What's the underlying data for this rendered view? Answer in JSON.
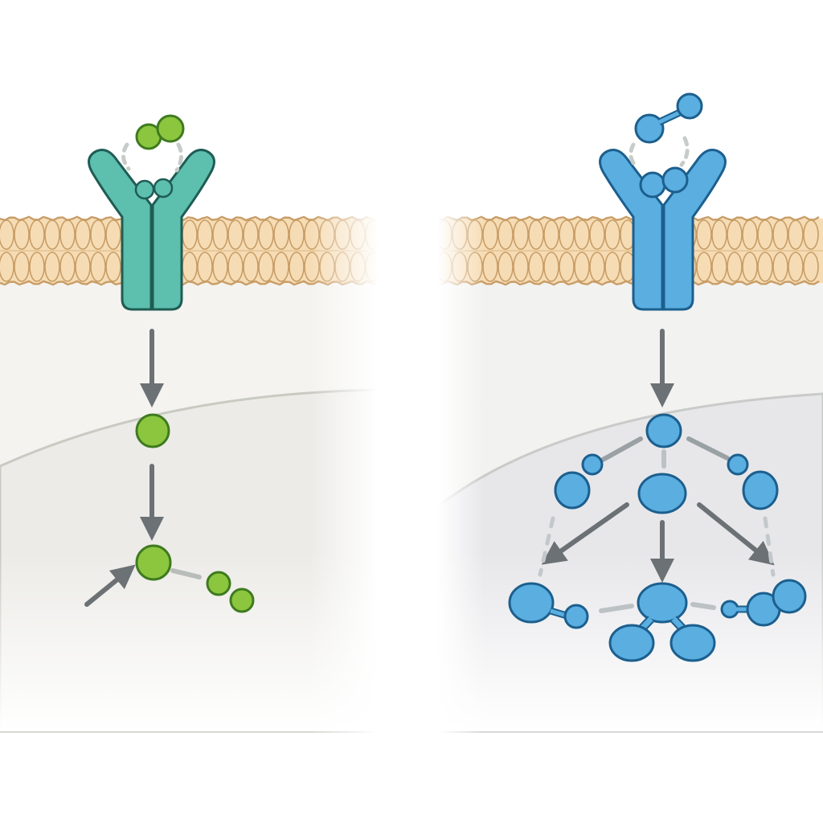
{
  "panels": [
    {
      "id": "left",
      "receptor_color": "#5dbfae",
      "receptor_stroke": "#1f5c54",
      "ligand_color": "#8cc63f",
      "ligand_stroke": "#3f7a1f",
      "pathway": "linear"
    },
    {
      "id": "right",
      "receptor_color": "#5aaee0",
      "receptor_stroke": "#1c5f8e",
      "ligand_color": "#5aaee0",
      "ligand_stroke": "#1c5f8e",
      "pathway": "branched"
    }
  ],
  "colors": {
    "membrane_fill": "#f6dcb4",
    "membrane_stroke": "#c89d66",
    "cytoplasm": "#f3f2ee",
    "nucleus": "#e6e6e3",
    "arrow": "#6b7175"
  },
  "icons": {
    "receptor": "y-shaped-receptor-icon",
    "ligand": "ligand-dimer-icon",
    "arrow": "signal-arrow-icon"
  }
}
